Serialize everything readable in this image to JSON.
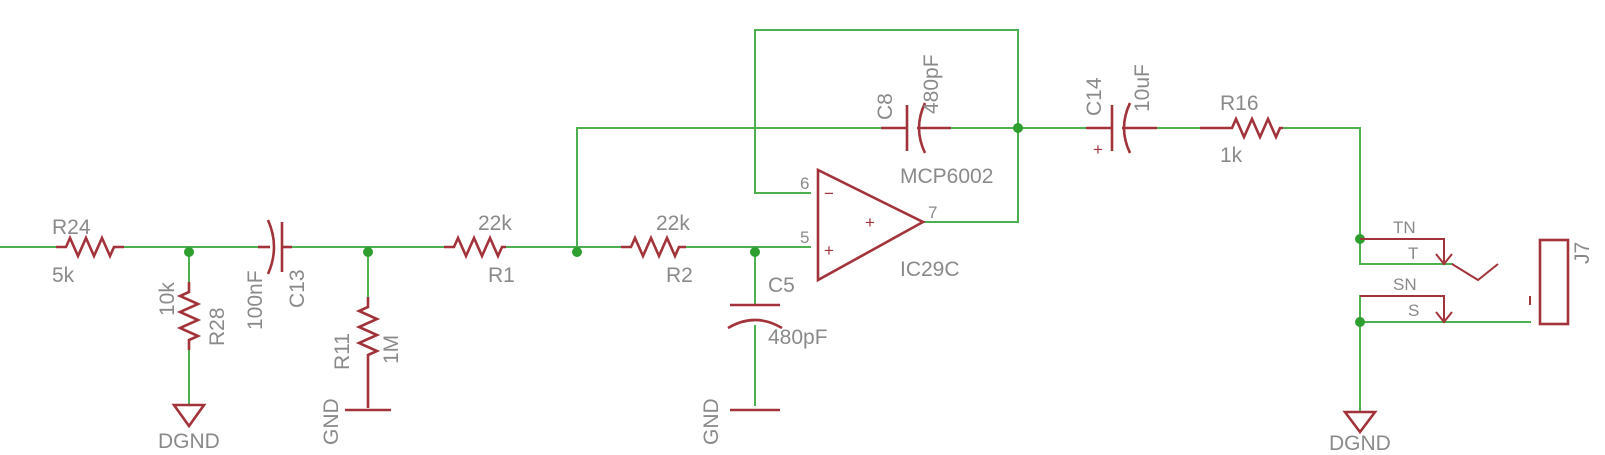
{
  "colors": {
    "wire": "#4caf50",
    "symbol": "#a3333a",
    "label": "#8a8a8a",
    "junction": "#2e9e2e"
  },
  "components": {
    "r24": {
      "name": "R24",
      "value": "5k"
    },
    "r28": {
      "name": "R28",
      "value": "10k"
    },
    "c13": {
      "name": "C13",
      "value": "100nF"
    },
    "r11": {
      "name": "R11",
      "value": "1M"
    },
    "r1": {
      "name": "R1",
      "value": "22k"
    },
    "r2": {
      "name": "R2",
      "value": "22k"
    },
    "c5": {
      "name": "C5",
      "value": "480pF"
    },
    "c8": {
      "name": "C8",
      "value": "480pF"
    },
    "ic29c": {
      "name": "IC29C",
      "value": "MCP6002",
      "pins": {
        "inv": "6",
        "noninv": "5",
        "out": "7"
      },
      "inv_sign": "−",
      "noninv_sign": "+",
      "supply_sign": "+"
    },
    "c14": {
      "name": "C14",
      "value": "10uF",
      "polarity": "+"
    },
    "r16": {
      "name": "R16",
      "value": "1k"
    },
    "j7": {
      "name": "J7",
      "pins": [
        "TN",
        "T",
        "SN",
        "S"
      ]
    }
  },
  "grounds": {
    "dgnd_left": "DGND",
    "gnd_r11": "GND",
    "gnd_c5": "GND",
    "dgnd_right": "DGND"
  }
}
